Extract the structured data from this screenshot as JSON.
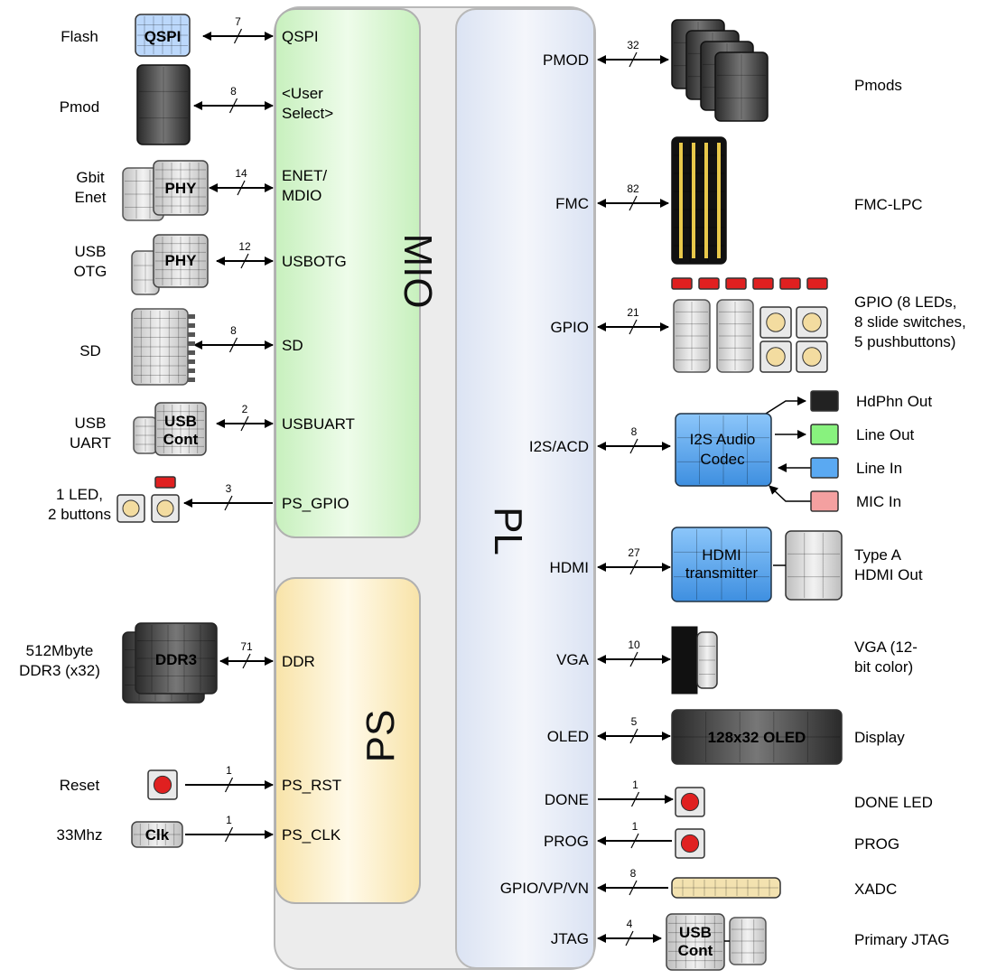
{
  "blocks": {
    "mio": "MIO",
    "ps": "PS",
    "pl": "PL"
  },
  "chips": {
    "qspi": "QSPI",
    "phy": "PHY",
    "usb_cont": "USB Cont",
    "ddr3": "DDR3",
    "clk": "Clk",
    "i2s_codec": "I2S Audio Codec",
    "hdmi_tx": "HDMI transmitter",
    "oled": "128x32 OLED"
  },
  "left": [
    {
      "label": "Flash",
      "signal": "QSPI",
      "width": "7",
      "dir": "both"
    },
    {
      "label": "Pmod",
      "signal": "<User Select>",
      "width": "8",
      "dir": "both"
    },
    {
      "label": "Gbit Enet",
      "signal": "ENET/ MDIO",
      "width": "14",
      "dir": "both"
    },
    {
      "label": "USB OTG",
      "signal": "USBOTG",
      "width": "12",
      "dir": "both"
    },
    {
      "label": "SD",
      "signal": "SD",
      "width": "8",
      "dir": "both"
    },
    {
      "label": "USB UART",
      "signal": "USBUART",
      "width": "2",
      "dir": "both"
    },
    {
      "label": "1 LED, 2 buttons",
      "signal": "PS_GPIO",
      "width": "3",
      "dir": "left"
    },
    {
      "label": "512Mbyte DDR3 (x32)",
      "signal": "DDR",
      "width": "71",
      "dir": "both"
    },
    {
      "label": "Reset",
      "signal": "PS_RST",
      "width": "1",
      "dir": "right"
    },
    {
      "label": "33Mhz",
      "signal": "PS_CLK",
      "width": "1",
      "dir": "right"
    }
  ],
  "right": [
    {
      "label": "Pmods",
      "signal": "PMOD",
      "width": "32",
      "dir": "both"
    },
    {
      "label": "FMC-LPC",
      "signal": "FMC",
      "width": "82",
      "dir": "both"
    },
    {
      "label": "GPIO (8 LEDs, 8 slide switches, 5 pushbuttons)",
      "signal": "GPIO",
      "width": "21",
      "dir": "both"
    },
    {
      "label": "",
      "signal": "I2S/ACD",
      "width": "8",
      "dir": "both"
    },
    {
      "label": "Type A HDMI Out",
      "signal": "HDMI",
      "width": "27",
      "dir": "both"
    },
    {
      "label": "VGA (12-bit color)",
      "signal": "VGA",
      "width": "10",
      "dir": "both"
    },
    {
      "label": "Display",
      "signal": "OLED",
      "width": "5",
      "dir": "both"
    },
    {
      "label": "DONE LED",
      "signal": "DONE",
      "width": "1",
      "dir": "right"
    },
    {
      "label": "PROG",
      "signal": "PROG",
      "width": "1",
      "dir": "left"
    },
    {
      "label": "XADC",
      "signal": "GPIO/VP/VN",
      "width": "8",
      "dir": "left"
    },
    {
      "label": "Primary JTAG",
      "signal": "JTAG",
      "width": "4",
      "dir": "both"
    }
  ],
  "audio": [
    "HdPhn Out",
    "Line Out",
    "Line In",
    "MIC In"
  ],
  "colors": {
    "mio": "#d9f7d3",
    "ps": "#fdf1cf",
    "pl": "#e6ebf6",
    "chip_blue": "#5aa9f2",
    "led_red": "#e02020",
    "outer": "#e9e9e9"
  }
}
